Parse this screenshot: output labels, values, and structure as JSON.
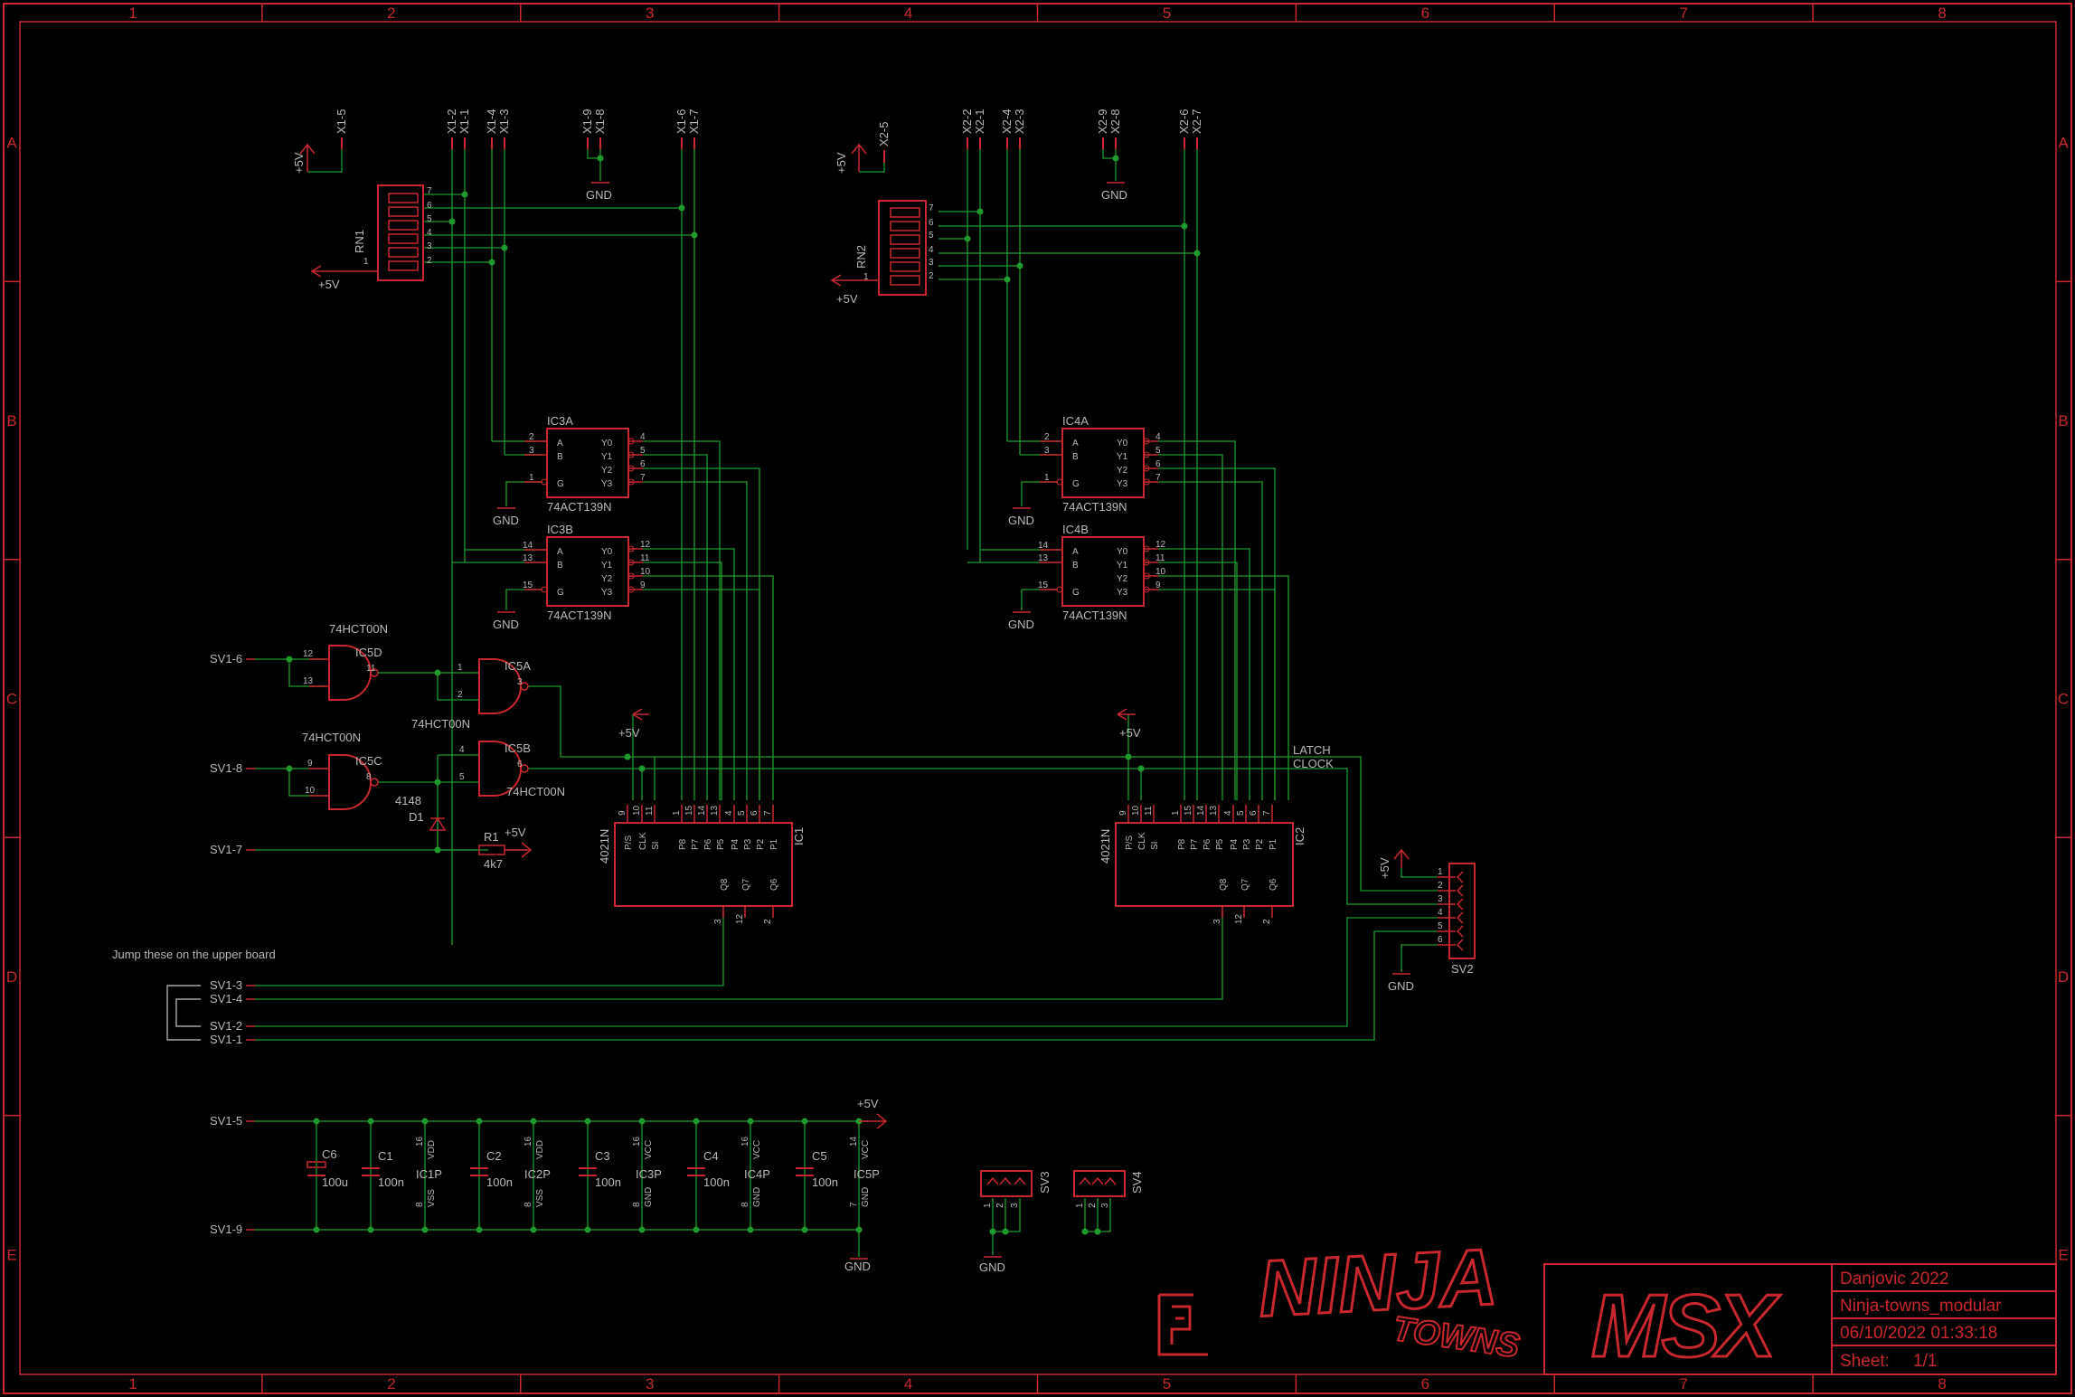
{
  "frame": {
    "columns": [
      "1",
      "2",
      "3",
      "4",
      "5",
      "6",
      "7",
      "8"
    ],
    "rows": [
      "A",
      "B",
      "C",
      "D",
      "E"
    ]
  },
  "title_block": {
    "author": "Danjovic 2022",
    "project": "Ninja-towns_modular",
    "datetime": "06/10/2022 01:33:18",
    "sheet_label": "Sheet:",
    "sheet_value": "1/1",
    "msx_logo": "MSX",
    "ninja_logo_line1": "NINJA",
    "ninja_logo_line2": "TOWNS"
  },
  "connectors": {
    "x1_top": [
      "X1-5",
      "X1-2",
      "X1-1",
      "X1-4",
      "X1-3",
      "X1-9",
      "X1-8",
      "X1-6",
      "X1-7"
    ],
    "x2_top": [
      "X2-5",
      "X2-2",
      "X2-1",
      "X2-4",
      "X2-3",
      "X2-9",
      "X2-8",
      "X2-6",
      "X2-7"
    ],
    "sv1_left": [
      "SV1-6",
      "SV1-8",
      "SV1-7",
      "SV1-3",
      "SV1-4",
      "SV1-2",
      "SV1-1",
      "SV1-5",
      "SV1-9"
    ],
    "sv2_name": "SV2",
    "sv3_name": "SV3",
    "sv4_name": "SV4",
    "jump_note": "Jump these on the upper board"
  },
  "power": {
    "vcc": "+5V",
    "gnd": "GND"
  },
  "resistor_networks": [
    {
      "name": "RN1",
      "pins": [
        "7",
        "6",
        "5",
        "4",
        "3",
        "2",
        "1"
      ]
    },
    {
      "name": "RN2",
      "pins": [
        "7",
        "6",
        "5",
        "4",
        "3",
        "2",
        "1"
      ]
    }
  ],
  "decoders": [
    {
      "name": "IC3A",
      "part": "74ACT139N",
      "pins_in": [
        "2",
        "3",
        "1"
      ],
      "pins_out": [
        "4",
        "5",
        "6",
        "7"
      ]
    },
    {
      "name": "IC3B",
      "part": "74ACT139N",
      "pins_in": [
        "14",
        "13",
        "15"
      ],
      "pins_out": [
        "12",
        "11",
        "10",
        "9"
      ]
    },
    {
      "name": "IC4A",
      "part": "74ACT139N",
      "pins_in": [
        "2",
        "3",
        "1"
      ],
      "pins_out": [
        "4",
        "5",
        "6",
        "7"
      ]
    },
    {
      "name": "IC4B",
      "part": "74ACT139N",
      "pins_in": [
        "14",
        "13",
        "15"
      ],
      "pins_out": [
        "12",
        "11",
        "10",
        "9"
      ]
    }
  ],
  "decoder_labels": {
    "in": [
      "A",
      "B",
      "G"
    ],
    "out": [
      "Y0",
      "Y1",
      "Y2",
      "Y3"
    ]
  },
  "gates": {
    "ic5d": {
      "name": "IC5D",
      "part": "74HCT00N",
      "pins": [
        "12",
        "13",
        "11"
      ]
    },
    "ic5a": {
      "name": "IC5A",
      "part": "74HCT00N",
      "pins": [
        "1",
        "2",
        "3"
      ]
    },
    "ic5c": {
      "name": "IC5C",
      "part": "74HCT00N",
      "pins": [
        "9",
        "10",
        "8"
      ]
    },
    "ic5b": {
      "name": "IC5B",
      "part": "74HCT00N",
      "pins": [
        "4",
        "5",
        "6"
      ]
    }
  },
  "discretes": {
    "d1": {
      "name": "D1",
      "value": "4148"
    },
    "r1": {
      "name": "R1",
      "value": "4k7"
    }
  },
  "shift_registers": [
    {
      "name": "IC1",
      "part": "4021N"
    },
    {
      "name": "IC2",
      "part": "4021N"
    }
  ],
  "shift_reg_pins": {
    "top_labels": [
      "P/S",
      "CLK",
      "SI",
      "P8",
      "P7",
      "P6",
      "P5",
      "P4",
      "P3",
      "P2",
      "P1"
    ],
    "top_numbers": [
      "9",
      "10",
      "11",
      "1",
      "15",
      "14",
      "13",
      "4",
      "5",
      "6",
      "7"
    ],
    "bottom_labels": [
      "Q8",
      "Q7",
      "Q6"
    ],
    "bottom_numbers": [
      "3",
      "12",
      "2"
    ]
  },
  "signals": {
    "latch": "LATCH",
    "clock": "CLOCK"
  },
  "sv2_pins": [
    "1",
    "2",
    "3",
    "4",
    "5",
    "6"
  ],
  "sv_small_pins": [
    "1",
    "2",
    "3"
  ],
  "capacitors": [
    {
      "name": "C6",
      "value": "100u"
    },
    {
      "name": "C1",
      "value": "100n"
    },
    {
      "name": "C2",
      "value": "100n"
    },
    {
      "name": "C3",
      "value": "100n"
    },
    {
      "name": "C4",
      "value": "100n"
    },
    {
      "name": "C5",
      "value": "100n"
    }
  ],
  "power_parts": [
    {
      "name": "IC1P",
      "top": "VDD",
      "bottom": "VSS",
      "pin_top": "16",
      "pin_bottom": "8"
    },
    {
      "name": "IC2P",
      "top": "VDD",
      "bottom": "VSS",
      "pin_top": "16",
      "pin_bottom": "8"
    },
    {
      "name": "IC3P",
      "top": "VCC",
      "bottom": "GND",
      "pin_top": "16",
      "pin_bottom": "8"
    },
    {
      "name": "IC4P",
      "top": "VCC",
      "bottom": "GND",
      "pin_top": "16",
      "pin_bottom": "8"
    },
    {
      "name": "IC5P",
      "top": "VCC",
      "bottom": "GND",
      "pin_top": "14",
      "pin_bottom": "7"
    }
  ]
}
